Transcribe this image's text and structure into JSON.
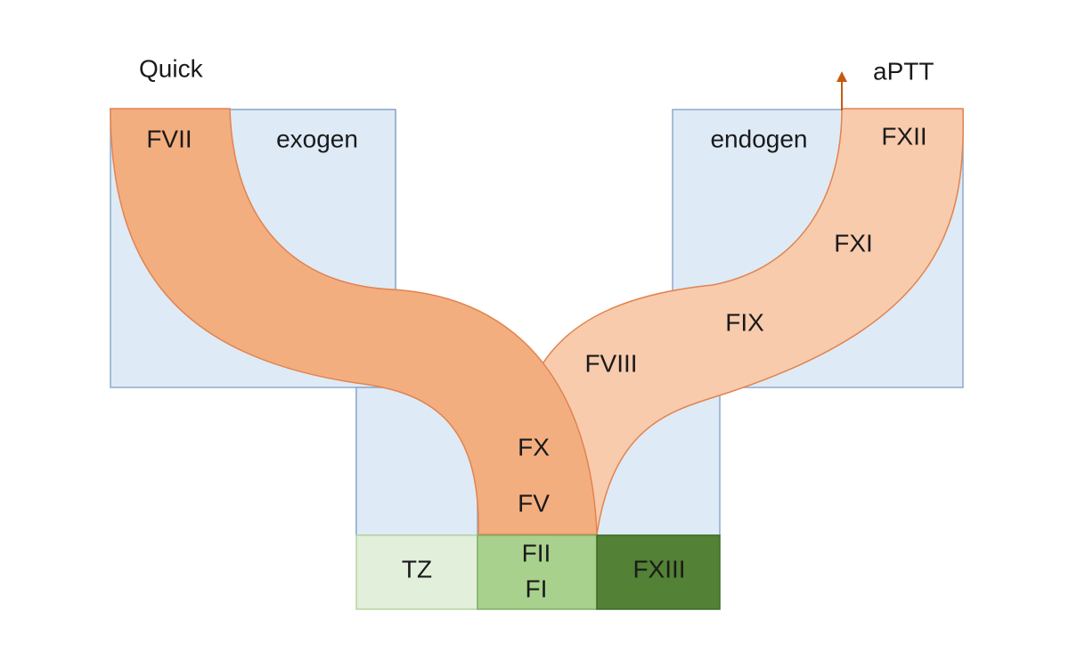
{
  "labels": {
    "quick": "Quick",
    "aptt": "aPTT",
    "exogen": "exogen",
    "endogen": "endogen",
    "fvii": "FVII",
    "fxii": "FXII",
    "fxi": "FXI",
    "fix": "FIX",
    "fviii": "FVIII",
    "fx": "FX",
    "fv": "FV",
    "fii": "FII",
    "fi": "FI",
    "tz": "TZ",
    "fxiii": "FXIII"
  },
  "colors": {
    "box_fill": "#DEEAF6",
    "box_stroke": "#8EAACB",
    "exogen_band_fill": "#F3AE80",
    "endogen_band_fill": "#F8CBAD",
    "band_stroke": "#E2834E",
    "tz_fill": "#E2EFDA",
    "fii_fi_fill": "#A9D18E",
    "fxiii_fill": "#538135",
    "block_stroke": "#7FB065",
    "arrow": "#C55A11"
  }
}
